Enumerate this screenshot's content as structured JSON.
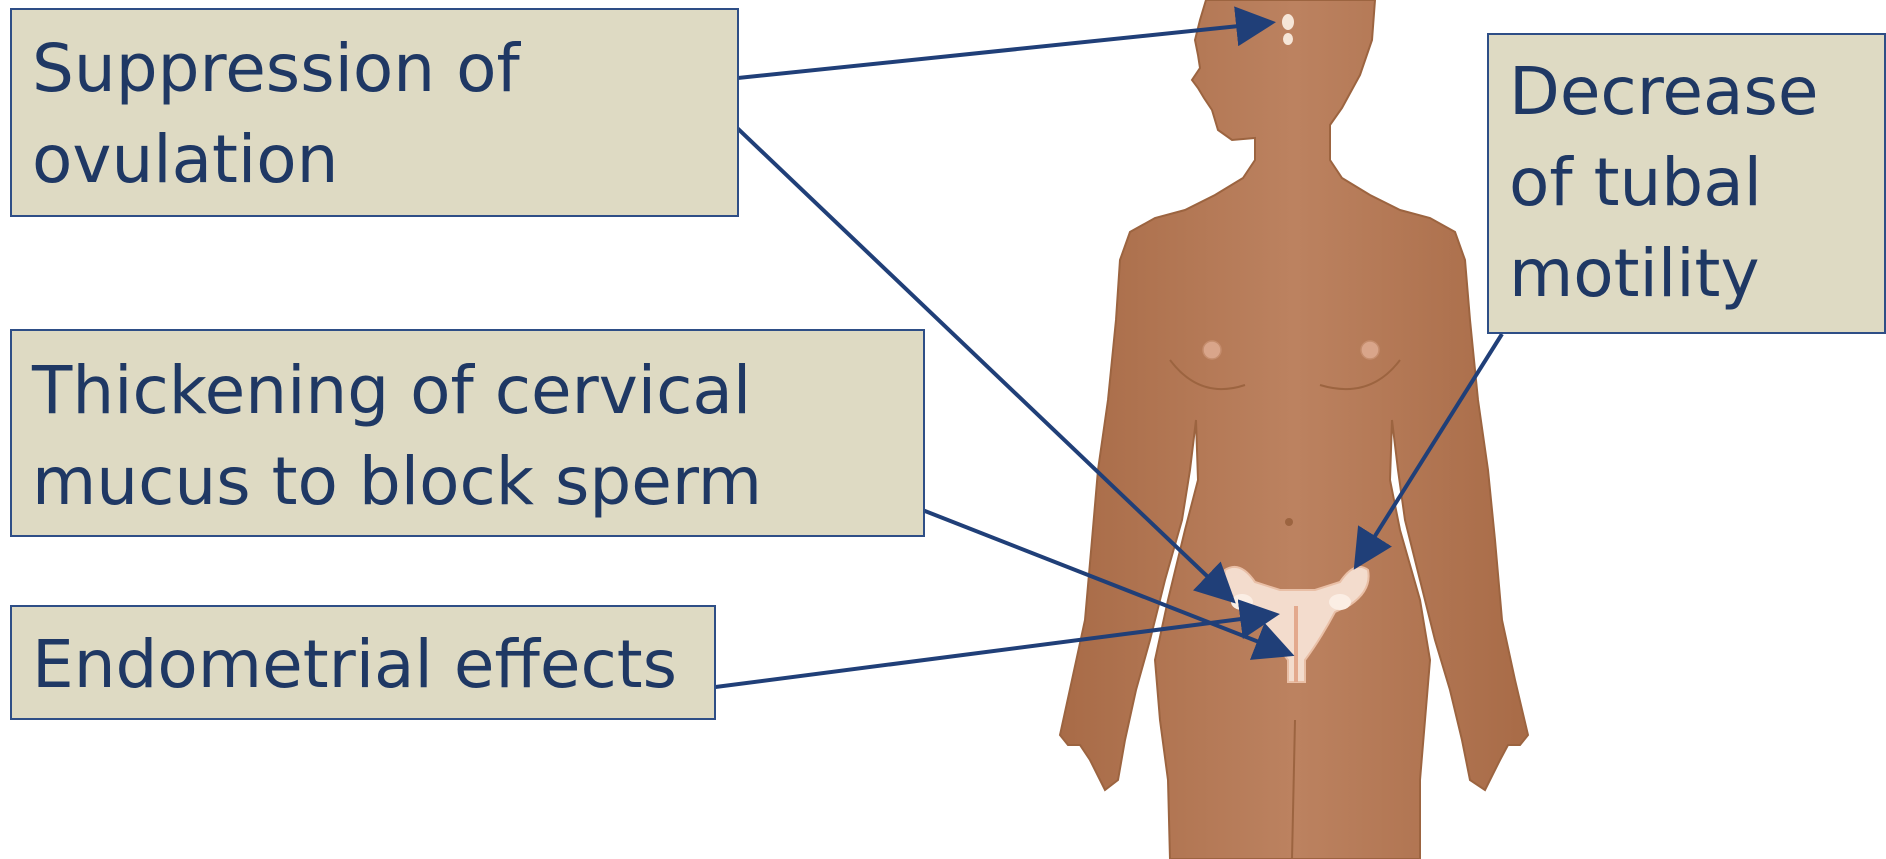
{
  "labels": {
    "ovulation": [
      "Suppression of",
      "ovulation"
    ],
    "cervical": [
      "Thickening of cervical",
      "mucus to block sperm"
    ],
    "endometrial": [
      "Endometrial effects"
    ],
    "tubal": [
      "Decrease",
      "of tubal",
      "motility"
    ]
  },
  "colors": {
    "box_fill": "#dedac3",
    "box_border": "#2e4e86",
    "text": "#1f3864",
    "arrow": "#203f78",
    "skin": "#b97f5d",
    "skin_outline": "#9c6440",
    "organ": "#f3dccd"
  },
  "icons": {
    "figure": "female-body-figure",
    "reproductive_organs": "uterus-icon",
    "pituitary": "pituitary-gland-icon"
  }
}
